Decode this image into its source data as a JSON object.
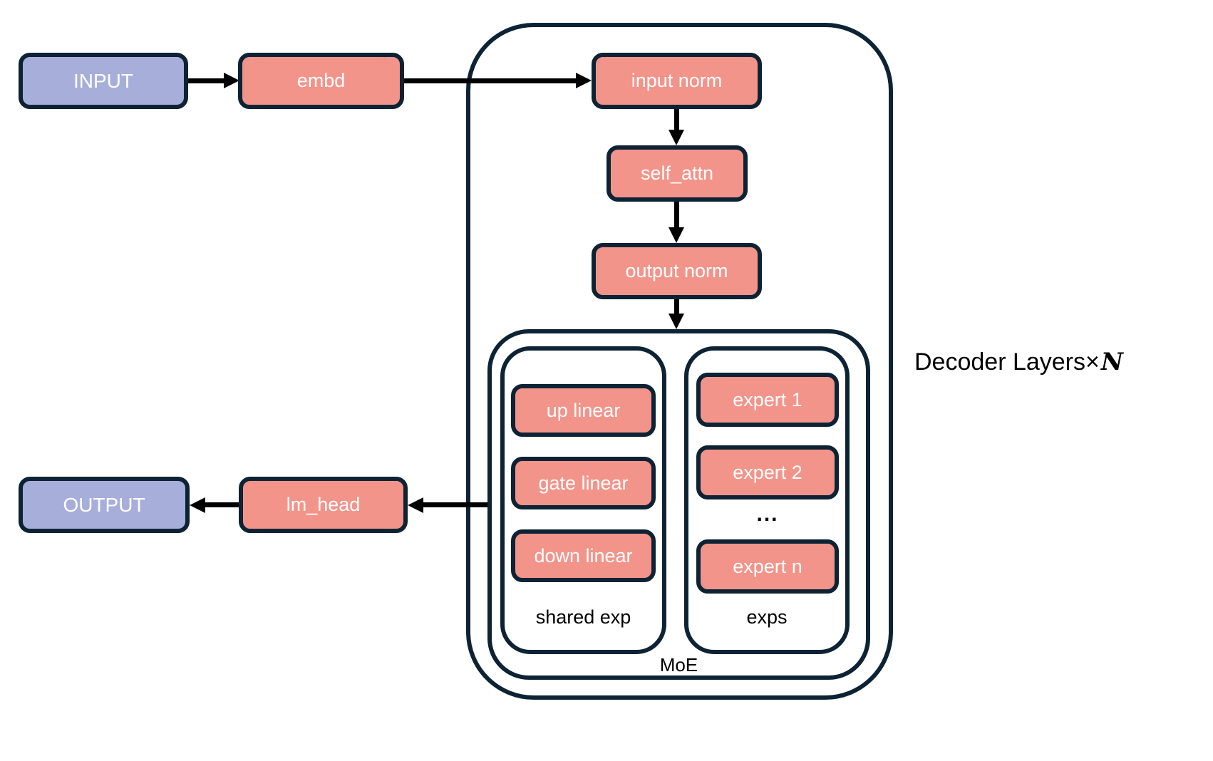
{
  "diagram": {
    "nodes": {
      "input": "INPUT",
      "embd": "embd",
      "input_norm": "input norm",
      "self_attn": "self_attn",
      "output_norm": "output norm",
      "up_linear": "up linear",
      "gate_linear": "gate linear",
      "down_linear": "down linear",
      "expert_1": "expert 1",
      "expert_2": "expert 2",
      "experts_ellipsis": "...",
      "expert_n": "expert n",
      "lm_head": "lm_head",
      "output": "OUTPUT"
    },
    "groups": {
      "shared_exp": "shared exp",
      "exps": "exps",
      "moe": "MoE"
    },
    "annotation": {
      "decoder_layers_prefix": "Decoder Layers×",
      "decoder_layers_count": "N"
    },
    "colors": {
      "io_fill": "#A8AEDA",
      "module_fill": "#F2948A",
      "outline": "#0D2334",
      "arrow": "#000000",
      "canvas_bg": "#FFFFFF",
      "node_text": "#FFFFFF",
      "label_text": "#000000"
    }
  }
}
